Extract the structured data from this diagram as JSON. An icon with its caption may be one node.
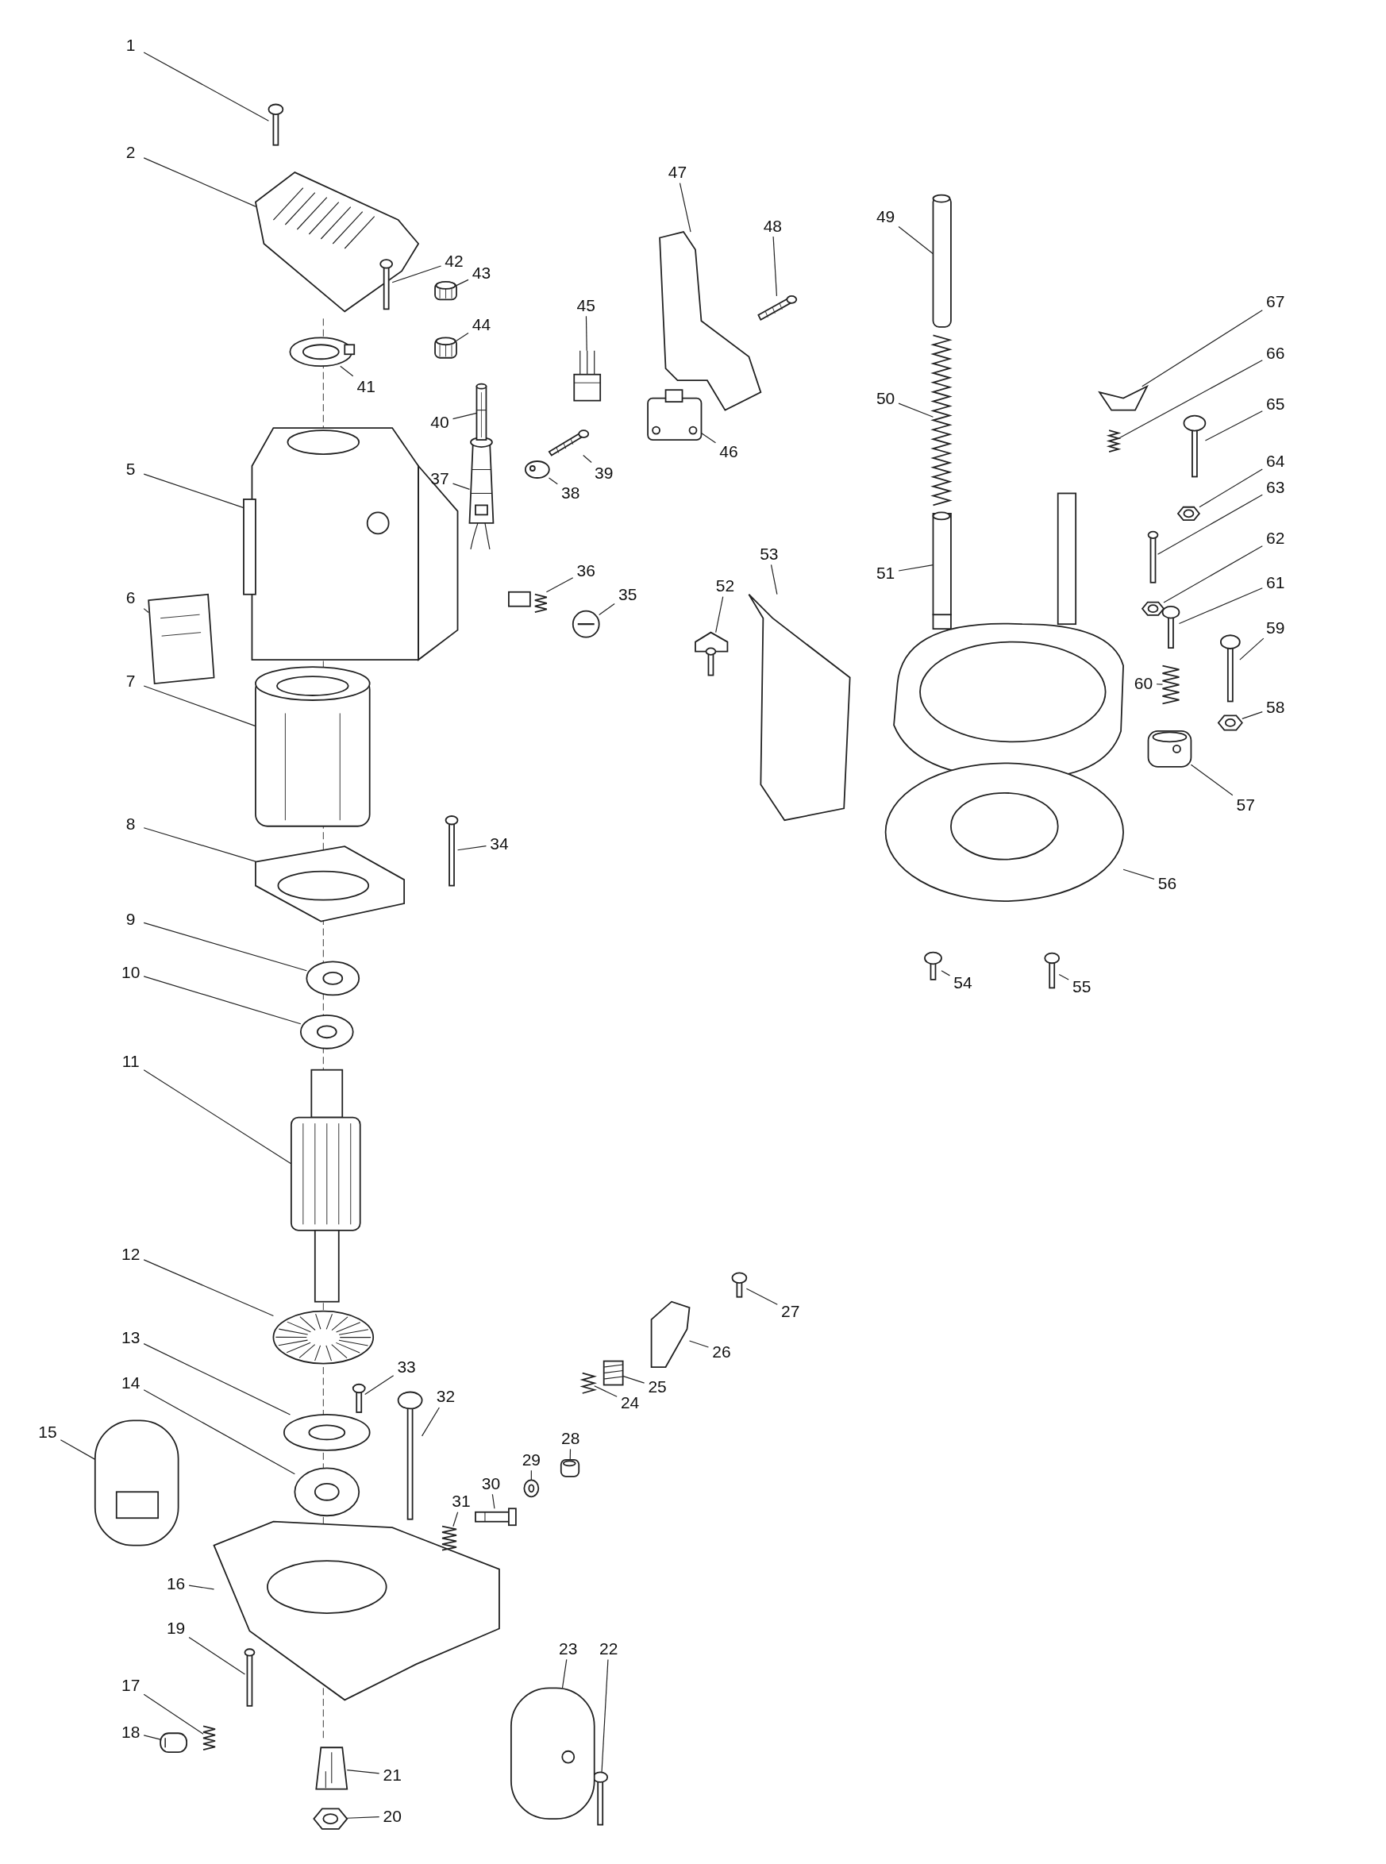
{
  "diagram": {
    "nodes": [
      {
        "text": [
          "1"
        ]
      },
      {
        "text": [
          "2"
        ]
      },
      {
        "text": [
          "5"
        ]
      },
      {
        "text": [
          "6"
        ]
      },
      {
        "text": [
          "7"
        ]
      },
      {
        "text": [
          "8"
        ]
      },
      {
        "text": [
          "9"
        ]
      },
      {
        "text": [
          "10"
        ]
      },
      {
        "text": [
          "11"
        ]
      },
      {
        "text": [
          "12"
        ]
      },
      {
        "text": [
          "13"
        ]
      },
      {
        "text": [
          "14"
        ]
      },
      {
        "text": [
          "15"
        ]
      },
      {
        "text": [
          "16"
        ]
      },
      {
        "text": [
          "17"
        ]
      },
      {
        "text": [
          "18"
        ]
      },
      {
        "text": [
          "19"
        ]
      },
      {
        "text": [
          "20"
        ]
      },
      {
        "text": [
          "21"
        ]
      },
      {
        "text": [
          "22"
        ]
      },
      {
        "text": [
          "23"
        ]
      },
      {
        "text": [
          "24"
        ]
      },
      {
        "text": [
          "25"
        ]
      },
      {
        "text": [
          "26"
        ]
      },
      {
        "text": [
          "27"
        ]
      },
      {
        "text": [
          "28"
        ]
      },
      {
        "text": [
          "29"
        ]
      },
      {
        "text": [
          "30"
        ]
      },
      {
        "text": [
          "31"
        ]
      },
      {
        "text": [
          "32"
        ]
      },
      {
        "text": [
          "33"
        ]
      },
      {
        "text": [
          "34"
        ]
      },
      {
        "text": [
          "35"
        ]
      },
      {
        "text": [
          "36"
        ]
      },
      {
        "text": [
          "37"
        ]
      },
      {
        "text": [
          "38"
        ]
      },
      {
        "text": [
          "39"
        ]
      },
      {
        "text": [
          "40"
        ]
      },
      {
        "text": [
          "41"
        ]
      },
      {
        "text": [
          "42"
        ]
      },
      {
        "text": [
          "43"
        ]
      },
      {
        "text": [
          "44"
        ]
      },
      {
        "text": [
          "45"
        ]
      },
      {
        "text": [
          "46"
        ]
      },
      {
        "text": [
          "47"
        ]
      },
      {
        "text": [
          "48"
        ]
      },
      {
        "text": [
          "49"
        ]
      },
      {
        "text": [
          "50"
        ]
      },
      {
        "text": [
          "51"
        ]
      },
      {
        "text": [
          "52"
        ]
      },
      {
        "text": [
          "53"
        ]
      },
      {
        "text": [
          "54"
        ]
      },
      {
        "text": [
          "55"
        ]
      },
      {
        "text": [
          "56"
        ]
      },
      {
        "text": [
          "57"
        ]
      },
      {
        "text": [
          "58"
        ]
      },
      {
        "text": [
          "59"
        ]
      },
      {
        "text": [
          "60"
        ]
      },
      {
        "text": [
          "61"
        ]
      },
      {
        "text": [
          "62"
        ]
      },
      {
        "text": [
          "63"
        ]
      },
      {
        "text": [
          "64"
        ]
      },
      {
        "text": [
          "65"
        ]
      },
      {
        "text": [
          "66"
        ]
      },
      {
        "text": [
          "67"
        ]
      },
      {
        "text": [],
        "shape": "picture"
      },
      {
        "text": [],
        "shape": "picture"
      },
      {
        "text": [],
        "shape": "picture"
      },
      {
        "text": [],
        "shape": "picture"
      },
      {
        "text": [],
        "shape": "picture"
      },
      {
        "text": [],
        "shape": "picture"
      },
      {
        "text": [],
        "shape": "picture"
      },
      {
        "text": [],
        "shape": "picture"
      },
      {
        "text": [],
        "shape": "picture"
      },
      {
        "text": [],
        "shape": "picture"
      },
      {
        "text": [],
        "shape": "picture"
      },
      {
        "text": [],
        "shape": "picture"
      },
      {
        "text": [],
        "shape": "picture"
      },
      {
        "text": [],
        "shape": "picture"
      },
      {
        "text": [],
        "shape": "picture"
      },
      {
        "text": [],
        "shape": "picture"
      },
      {
        "text": [],
        "shape": "picture"
      },
      {
        "text": [],
        "shape": "picture"
      },
      {
        "text": [],
        "shape": "picture"
      },
      {
        "text": [],
        "shape": "picture"
      },
      {
        "text": [],
        "shape": "picture"
      },
      {
        "text": [],
        "shape": "picture"
      },
      {
        "text": [],
        "shape": "picture"
      },
      {
        "text": [],
        "shape": "picture"
      },
      {
        "text": [],
        "shape": "picture"
      },
      {
        "text": [],
        "shape": "picture"
      },
      {
        "text": [],
        "shape": "picture"
      },
      {
        "text": [],
        "shape": "picture"
      },
      {
        "text": [],
        "shape": "picture"
      },
      {
        "text": [],
        "shape": "picture"
      },
      {
        "text": [],
        "shape": "picture"
      },
      {
        "text": [],
        "shape": "picture"
      },
      {
        "text": [],
        "shape": "picture"
      },
      {
        "text": [],
        "shape": "picture"
      },
      {
        "text": [],
        "shape": "picture"
      },
      {
        "text": [],
        "shape": "picture"
      },
      {
        "text": [],
        "shape": "picture"
      },
      {
        "text": [],
        "shape": "picture"
      },
      {
        "text": [],
        "shape": "picture"
      },
      {
        "text": [],
        "shape": "picture"
      },
      {
        "text": [],
        "shape": "picture"
      },
      {
        "text": [],
        "shape": "picture"
      },
      {
        "text": [],
        "shape": "picture"
      },
      {
        "text": [],
        "shape": "picture"
      },
      {
        "text": [],
        "shape": "picture"
      },
      {
        "text": [],
        "shape": "picture"
      },
      {
        "text": [],
        "shape": "picture"
      },
      {
        "text": [],
        "shape": "picture"
      },
      {
        "text": [],
        "shape": "picture"
      },
      {
        "text": [],
        "shape": "picture"
      },
      {
        "text": [],
        "shape": "picture"
      },
      {
        "text": [],
        "shape": "picture"
      },
      {
        "text": [],
        "shape": "picture"
      },
      {
        "text": [],
        "shape": "picture"
      },
      {
        "text": [],
        "shape": "picture"
      },
      {
        "text": [],
        "shape": "picture"
      },
      {
        "text": [],
        "shape": "picture"
      },
      {
        "text": [],
        "shape": "picture"
      },
      {
        "text": [],
        "shape": "picture"
      },
      {
        "text": [],
        "shape": "picture"
      },
      {
        "text": [],
        "shape": "picture"
      },
      {
        "text": [],
        "shape": "picture"
      },
      {
        "text": [],
        "shape": "picture"
      },
      {
        "text": [],
        "shape": "picture"
      },
      {
        "text": [],
        "shape": "picture"
      }
    ],
    "edges": [
      {
        "from": 0,
        "to": 65,
        "arrow": "none"
      },
      {
        "from": 1,
        "to": 66,
        "arrow": "none"
      },
      {
        "from": 2,
        "to": 67,
        "arrow": "none"
      },
      {
        "from": 3,
        "to": 68,
        "arrow": "none"
      },
      {
        "from": 4,
        "to": 69,
        "arrow": "none"
      },
      {
        "from": 5,
        "to": 70,
        "arrow": "none"
      },
      {
        "from": 6,
        "to": 71,
        "arrow": "none"
      },
      {
        "from": 7,
        "to": 72,
        "arrow": "none"
      },
      {
        "from": 8,
        "to": 73,
        "arrow": "none"
      },
      {
        "from": 9,
        "to": 74,
        "arrow": "none"
      },
      {
        "from": 10,
        "to": 75,
        "arrow": "none"
      },
      {
        "from": 11,
        "to": 76,
        "arrow": "none"
      },
      {
        "from": 12,
        "to": 77,
        "arrow": "none"
      },
      {
        "from": 13,
        "to": 78,
        "arrow": "none"
      },
      {
        "from": 14,
        "to": 79,
        "arrow": "none"
      },
      {
        "from": 15,
        "to": 80,
        "arrow": "none"
      },
      {
        "from": 16,
        "to": 81,
        "arrow": "none"
      },
      {
        "from": 17,
        "to": 82,
        "arrow": "none"
      },
      {
        "from": 18,
        "to": 83,
        "arrow": "none"
      },
      {
        "from": 19,
        "to": 84,
        "arrow": "none"
      },
      {
        "from": 20,
        "to": 85,
        "arrow": "none"
      },
      {
        "from": 21,
        "to": 86,
        "arrow": "none"
      },
      {
        "from": 22,
        "to": 87,
        "arrow": "none"
      },
      {
        "from": 23,
        "to": 88,
        "arrow": "none"
      },
      {
        "from": 24,
        "to": 89,
        "arrow": "none"
      },
      {
        "from": 25,
        "to": 90,
        "arrow": "none"
      },
      {
        "from": 26,
        "to": 91,
        "arrow": "none"
      },
      {
        "from": 27,
        "to": 92,
        "arrow": "none"
      },
      {
        "from": 28,
        "to": 93,
        "arrow": "none"
      },
      {
        "from": 29,
        "to": 94,
        "arrow": "none"
      },
      {
        "from": 30,
        "to": 95,
        "arrow": "none"
      },
      {
        "from": 31,
        "to": 96,
        "arrow": "none"
      },
      {
        "from": 32,
        "to": 97,
        "arrow": "none"
      },
      {
        "from": 33,
        "to": 98,
        "arrow": "none"
      },
      {
        "from": 34,
        "to": 99,
        "arrow": "none"
      },
      {
        "from": 35,
        "to": 100,
        "arrow": "none"
      },
      {
        "from": 36,
        "to": 101,
        "arrow": "none"
      },
      {
        "from": 37,
        "to": 102,
        "arrow": "none"
      },
      {
        "from": 38,
        "to": 103,
        "arrow": "none"
      },
      {
        "from": 39,
        "to": 104,
        "arrow": "none"
      },
      {
        "from": 40,
        "to": 105,
        "arrow": "none"
      },
      {
        "from": 41,
        "to": 106,
        "arrow": "none"
      },
      {
        "from": 42,
        "to": 107,
        "arrow": "none"
      },
      {
        "from": 43,
        "to": 108,
        "arrow": "none"
      },
      {
        "from": 44,
        "to": 109,
        "arrow": "none"
      },
      {
        "from": 45,
        "to": 110,
        "arrow": "none"
      },
      {
        "from": 46,
        "to": 111,
        "arrow": "none"
      },
      {
        "from": 47,
        "to": 112,
        "arrow": "none"
      },
      {
        "from": 48,
        "to": 113,
        "arrow": "none"
      },
      {
        "from": 49,
        "to": 114,
        "arrow": "none"
      },
      {
        "from": 50,
        "to": 115,
        "arrow": "none"
      },
      {
        "from": 51,
        "to": 116,
        "arrow": "none"
      },
      {
        "from": 52,
        "to": 117,
        "arrow": "none"
      },
      {
        "from": 53,
        "to": 118,
        "arrow": "none"
      },
      {
        "from": 54,
        "to": 119,
        "arrow": "none"
      },
      {
        "from": 55,
        "to": 120,
        "arrow": "none"
      },
      {
        "from": 56,
        "to": 121,
        "arrow": "none"
      },
      {
        "from": 57,
        "to": 122,
        "arrow": "none"
      },
      {
        "from": 58,
        "to": 123,
        "arrow": "none"
      },
      {
        "from": 59,
        "to": 124,
        "arrow": "none"
      },
      {
        "from": 60,
        "to": 125,
        "arrow": "none"
      },
      {
        "from": 61,
        "to": 126,
        "arrow": "none"
      },
      {
        "from": 62,
        "to": 127,
        "arrow": "none"
      },
      {
        "from": 63,
        "to": 128,
        "arrow": "none"
      },
      {
        "from": 64,
        "to": 129,
        "arrow": "none"
      }
    ]
  }
}
